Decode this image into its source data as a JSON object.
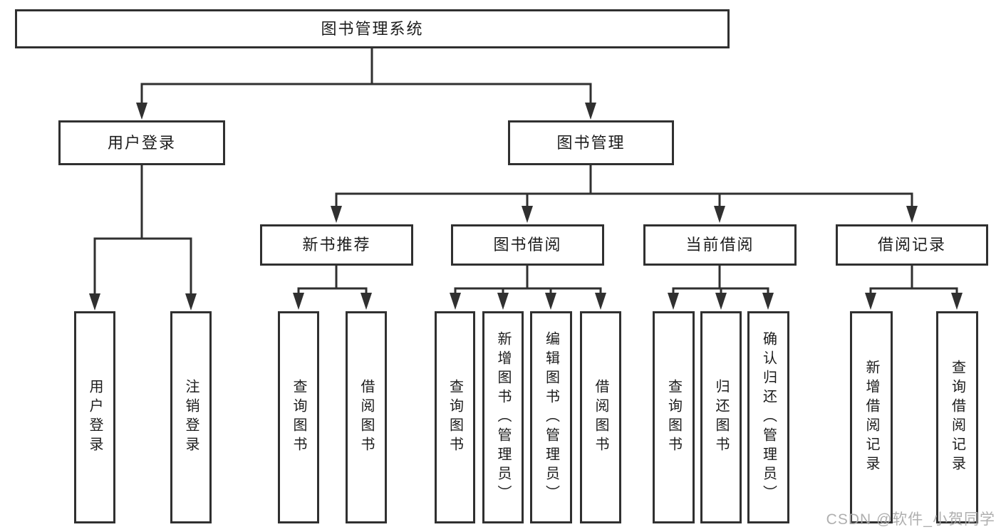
{
  "colors": {
    "line": "#303030",
    "box_border": "#303030",
    "text": "#1c1c1c",
    "watermark": "#a8a8a8",
    "background": "#ffffff"
  },
  "watermark": {
    "text": "CSDN @软件_小贺同学"
  },
  "tree": {
    "root": {
      "label": "图书管理系统"
    },
    "login": {
      "label": "用户登录",
      "children": [
        {
          "label": "用户登录"
        },
        {
          "label": "注销登录"
        }
      ]
    },
    "management": {
      "label": "图书管理",
      "sections": [
        {
          "label": "新书推荐",
          "children": [
            {
              "label": "查询图书"
            },
            {
              "label": "借阅图书"
            }
          ]
        },
        {
          "label": "图书借阅",
          "children": [
            {
              "label": "查询图书"
            },
            {
              "label": "新增图书（管理员）"
            },
            {
              "label": "编辑图书（管理员）"
            },
            {
              "label": "借阅图书"
            }
          ]
        },
        {
          "label": "当前借阅",
          "children": [
            {
              "label": "查询图书"
            },
            {
              "label": "归还图书"
            },
            {
              "label": "确认归还（管理员）"
            }
          ]
        },
        {
          "label": "借阅记录",
          "children": [
            {
              "label": "新增借阅记录"
            },
            {
              "label": "查询借阅记录"
            }
          ]
        }
      ]
    }
  }
}
